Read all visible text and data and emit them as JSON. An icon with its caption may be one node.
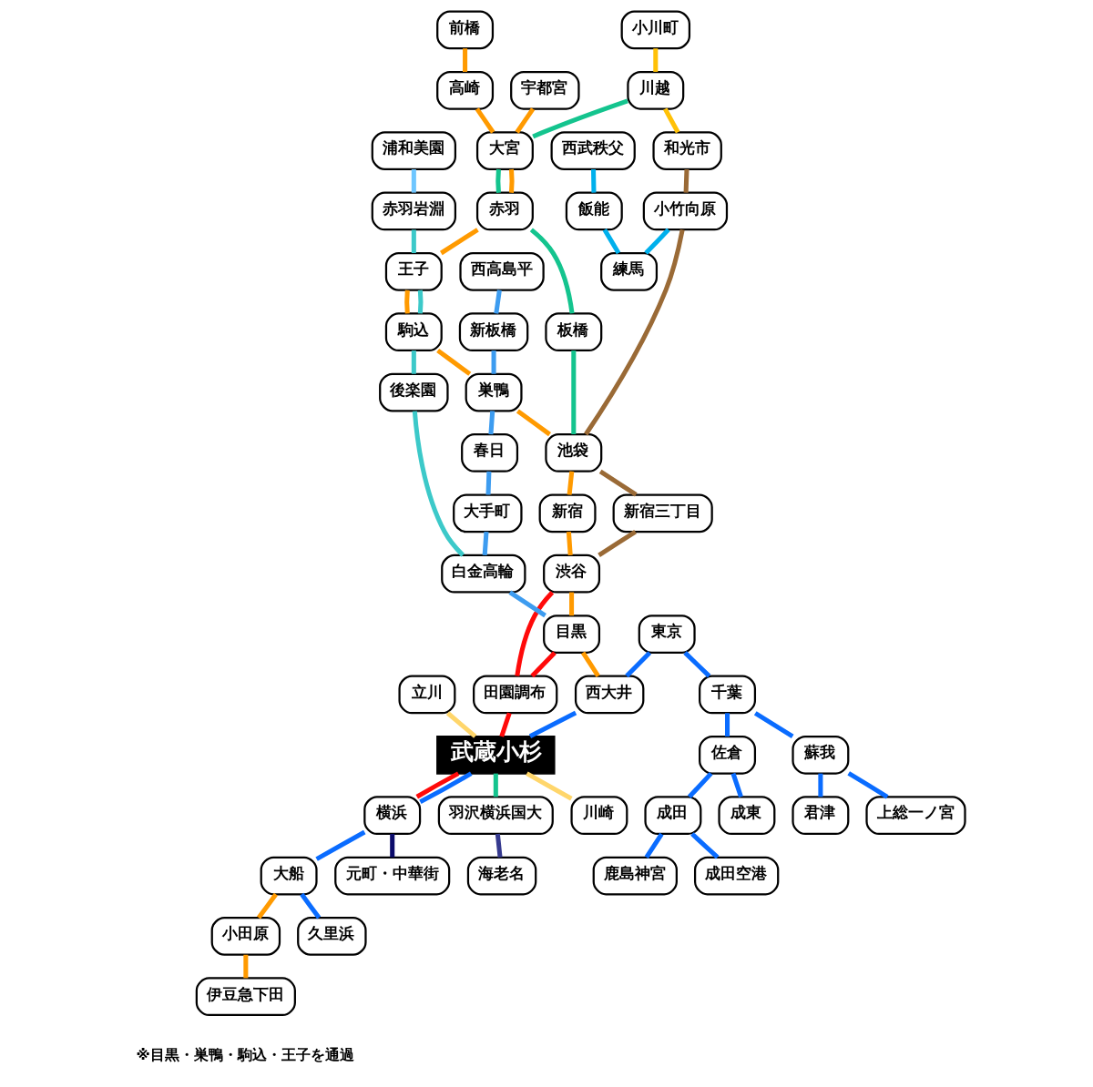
{
  "diagram": {
    "nodes": [
      {
        "text": [
          "前橋"
        ]
      },
      {
        "text": [
          "高崎"
        ]
      },
      {
        "text": [
          "宇都宮"
        ]
      },
      {
        "text": [
          "小川町"
        ]
      },
      {
        "text": [
          "川越"
        ]
      },
      {
        "text": [
          "大宮"
        ]
      },
      {
        "text": [
          "浦和美園"
        ]
      },
      {
        "text": [
          "西武秩父"
        ]
      },
      {
        "text": [
          "西高島平"
        ]
      },
      {
        "text": [
          "赤羽"
        ]
      },
      {
        "text": [
          "赤羽岩淵"
        ]
      },
      {
        "text": [
          "和光市"
        ]
      },
      {
        "text": [
          "新板橋"
        ]
      },
      {
        "text": [
          "板橋"
        ]
      },
      {
        "text": [
          "王子"
        ]
      },
      {
        "text": [
          "小竹向原"
        ]
      },
      {
        "text": [
          "巣鴨"
        ]
      },
      {
        "text": [
          "駒込"
        ]
      },
      {
        "text": [
          "飯能"
        ]
      },
      {
        "text": [
          "練馬"
        ]
      },
      {
        "text": [
          "池袋"
        ]
      },
      {
        "text": [
          "後楽園"
        ]
      },
      {
        "text": [
          "春日"
        ]
      },
      {
        "text": [
          "新宿"
        ]
      },
      {
        "text": [
          "新宿三丁目"
        ]
      },
      {
        "text": [
          "大手町"
        ]
      },
      {
        "text": [
          "東京"
        ]
      },
      {
        "text": [
          "立川"
        ]
      },
      {
        "text": [
          "渋谷"
        ]
      },
      {
        "text": [
          "白金高輪"
        ]
      },
      {
        "text": [
          "目黒"
        ]
      },
      {
        "text": [
          "鹿島神宮"
        ]
      },
      {
        "text": [
          "田園調布"
        ]
      },
      {
        "text": [
          "西大井"
        ]
      },
      {
        "text": [
          "成田"
        ]
      },
      {
        "text": [
          "成田空港"
        ]
      },
      {
        "text": [
          "千葉"
        ]
      },
      {
        "text": [
          "武蔵小杉"
        ]
      },
      {
        "text": [
          "佐倉"
        ]
      },
      {
        "text": [
          "蘇我"
        ]
      },
      {
        "text": [
          "羽沢横浜国大"
        ]
      },
      {
        "text": [
          "川崎"
        ]
      },
      {
        "text": [
          "成東"
        ]
      },
      {
        "text": [
          "海老名"
        ]
      },
      {
        "text": [
          "横浜"
        ]
      },
      {
        "text": [
          "元町・中華街"
        ]
      },
      {
        "text": [
          "君津"
        ]
      },
      {
        "text": [
          "大船"
        ]
      },
      {
        "text": [
          "上総一ノ宮"
        ]
      },
      {
        "text": [
          "小田原"
        ]
      },
      {
        "text": [
          "久里浜"
        ]
      },
      {
        "text": [
          "伊豆急下田"
        ]
      }
    ],
    "edges": [
      {
        "from": 0,
        "to": 1,
        "arrow": "none",
        "color": "#ff9a00"
      },
      {
        "from": 1,
        "to": 5,
        "arrow": "none",
        "color": "#ff9a00"
      },
      {
        "from": 2,
        "to": 5,
        "arrow": "none",
        "color": "#ff9a00"
      },
      {
        "from": 3,
        "to": 4,
        "arrow": "none",
        "color": "#ffc107"
      },
      {
        "from": 4,
        "to": 5,
        "arrow": "none",
        "color": "#14c48e"
      },
      {
        "from": 4,
        "to": 11,
        "arrow": "none",
        "color": "#ffc107"
      },
      {
        "from": 5,
        "to": 9,
        "arrow": "none",
        "color": "#14c48e"
      },
      {
        "from": 5,
        "to": 9,
        "arrow": "none",
        "color": "#ff9a00"
      },
      {
        "from": 6,
        "to": 10,
        "arrow": "none",
        "color": "#6ec6ff"
      },
      {
        "from": 7,
        "to": 18,
        "arrow": "none",
        "color": "#00b0ec"
      },
      {
        "from": 8,
        "to": 12,
        "arrow": "none",
        "color": "#3d9cf0"
      },
      {
        "from": 9,
        "to": 13,
        "arrow": "none",
        "color": "#14c48e"
      },
      {
        "from": 9,
        "to": 14,
        "arrow": "none",
        "color": "#ff9a00"
      },
      {
        "from": 10,
        "to": 14,
        "arrow": "none",
        "color": "#3cc9c9"
      },
      {
        "from": 11,
        "to": 15,
        "arrow": "none",
        "color": "#9a6a36"
      },
      {
        "from": 12,
        "to": 16,
        "arrow": "none",
        "color": "#3d9cf0"
      },
      {
        "from": 13,
        "to": 20,
        "arrow": "none",
        "color": "#14c48e"
      },
      {
        "from": 14,
        "to": 17,
        "arrow": "none",
        "color": "#ff9a00"
      },
      {
        "from": 14,
        "to": 17,
        "arrow": "none",
        "color": "#3cc9c9"
      },
      {
        "from": 15,
        "to": 20,
        "arrow": "none",
        "color": "#9a6a36"
      },
      {
        "from": 15,
        "to": 19,
        "arrow": "none",
        "color": "#00b0ec"
      },
      {
        "from": 16,
        "to": 20,
        "arrow": "none",
        "color": "#ff9a00"
      },
      {
        "from": 17,
        "to": 16,
        "arrow": "none",
        "color": "#ff9a00"
      },
      {
        "from": 16,
        "to": 22,
        "arrow": "none",
        "color": "#3d9cf0"
      },
      {
        "from": 17,
        "to": 21,
        "arrow": "none",
        "color": "#3cc9c9"
      },
      {
        "from": 18,
        "to": 19,
        "arrow": "none",
        "color": "#00b0ec"
      },
      {
        "from": 20,
        "to": 23,
        "arrow": "none",
        "color": "#ff9a00"
      },
      {
        "from": 20,
        "to": 24,
        "arrow": "none",
        "color": "#9a6a36"
      },
      {
        "from": 22,
        "to": 25,
        "arrow": "none",
        "color": "#3d9cf0"
      },
      {
        "from": 21,
        "to": 29,
        "arrow": "none",
        "color": "#3cc9c9"
      },
      {
        "from": 23,
        "to": 28,
        "arrow": "none",
        "color": "#ff9a00"
      },
      {
        "from": 24,
        "to": 28,
        "arrow": "none",
        "color": "#9a6a36"
      },
      {
        "from": 25,
        "to": 29,
        "arrow": "none",
        "color": "#3d9cf0"
      },
      {
        "from": 26,
        "to": 33,
        "arrow": "none",
        "color": "#0a6cff"
      },
      {
        "from": 26,
        "to": 36,
        "arrow": "none",
        "color": "#0a6cff"
      },
      {
        "from": 27,
        "to": 37,
        "arrow": "none",
        "color": "#ffd66b"
      },
      {
        "from": 28,
        "to": 30,
        "arrow": "none",
        "color": "#ff9a00"
      },
      {
        "from": 28,
        "to": 32,
        "arrow": "none",
        "color": "#ff0a0a"
      },
      {
        "from": 29,
        "to": 30,
        "arrow": "none",
        "color": "#3d9cf0"
      },
      {
        "from": 30,
        "to": 32,
        "arrow": "none",
        "color": "#ff0a0a"
      },
      {
        "from": 30,
        "to": 33,
        "arrow": "none",
        "color": "#ff9a00"
      },
      {
        "from": 32,
        "to": 37,
        "arrow": "none",
        "color": "#ff0a0a"
      },
      {
        "from": 33,
        "to": 37,
        "arrow": "none",
        "color": "#0a6cff"
      },
      {
        "from": 34,
        "to": 31,
        "arrow": "none",
        "color": "#0a6cff"
      },
      {
        "from": 34,
        "to": 35,
        "arrow": "none",
        "color": "#0a6cff"
      },
      {
        "from": 36,
        "to": 38,
        "arrow": "none",
        "color": "#0a6cff"
      },
      {
        "from": 38,
        "to": 34,
        "arrow": "none",
        "color": "#0a6cff"
      },
      {
        "from": 36,
        "to": 39,
        "arrow": "none",
        "color": "#0a6cff"
      },
      {
        "from": 37,
        "to": 40,
        "arrow": "none",
        "color": "#14c48e"
      },
      {
        "from": 37,
        "to": 41,
        "arrow": "none",
        "color": "#ffd66b"
      },
      {
        "from": 37,
        "to": 44,
        "arrow": "none",
        "color": "#ff0a0a"
      },
      {
        "from": 37,
        "to": 44,
        "arrow": "none",
        "color": "#0a6cff"
      },
      {
        "from": 38,
        "to": 42,
        "arrow": "none",
        "color": "#0a6cff"
      },
      {
        "from": 40,
        "to": 43,
        "arrow": "none",
        "color": "#363a8f"
      },
      {
        "from": 44,
        "to": 45,
        "arrow": "none",
        "color": "#0b0b6b"
      },
      {
        "from": 39,
        "to": 46,
        "arrow": "none",
        "color": "#0a6cff"
      },
      {
        "from": 44,
        "to": 47,
        "arrow": "none",
        "color": "#0a6cff"
      },
      {
        "from": 39,
        "to": 48,
        "arrow": "none",
        "color": "#0a6cff"
      },
      {
        "from": 47,
        "to": 49,
        "arrow": "none",
        "color": "#ff9a00"
      },
      {
        "from": 47,
        "to": 50,
        "arrow": "none",
        "color": "#0a6cff"
      },
      {
        "from": 49,
        "to": 51,
        "arrow": "none",
        "color": "#ff9a00"
      }
    ],
    "labels": [
      "※目黒・巣鴨・駒込・王子を通過"
    ]
  }
}
